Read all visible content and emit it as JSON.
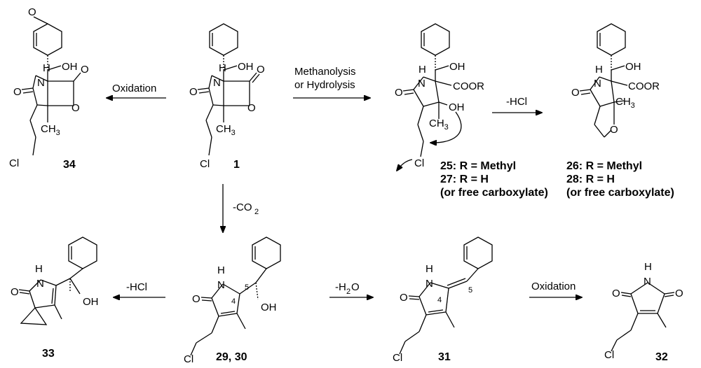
{
  "reagents": {
    "oxidation_1": "Oxidation",
    "methanolysis_1": "Methanolysis",
    "methanolysis_2": "or Hydrolysis",
    "hcl_top": "-HCl",
    "co2_a": "-CO",
    "co2_b": "2",
    "hcl_bottom": "-HCl",
    "h2o_a": "-H",
    "h2o_b": "2",
    "h2o_c": "O",
    "oxidation_2": "Oxidation"
  },
  "atoms": {
    "O": "O",
    "N": "N",
    "H": "H",
    "OH": "OH",
    "Cl": "Cl",
    "CH": "CH",
    "three": "3",
    "COOR": "COOR",
    "num4": "4",
    "num5": "5"
  },
  "compounds": {
    "c34": "34",
    "c1": "1",
    "c25": "25:  R = Methyl",
    "c27": "27:  R = H",
    "c27b": "(or free carboxylate)",
    "c26": "26:  R = Methyl",
    "c28": "28:  R = H",
    "c28b": "(or free carboxylate)",
    "c33": "33",
    "c2930": "29, 30",
    "c31": "31",
    "c32": "32"
  }
}
